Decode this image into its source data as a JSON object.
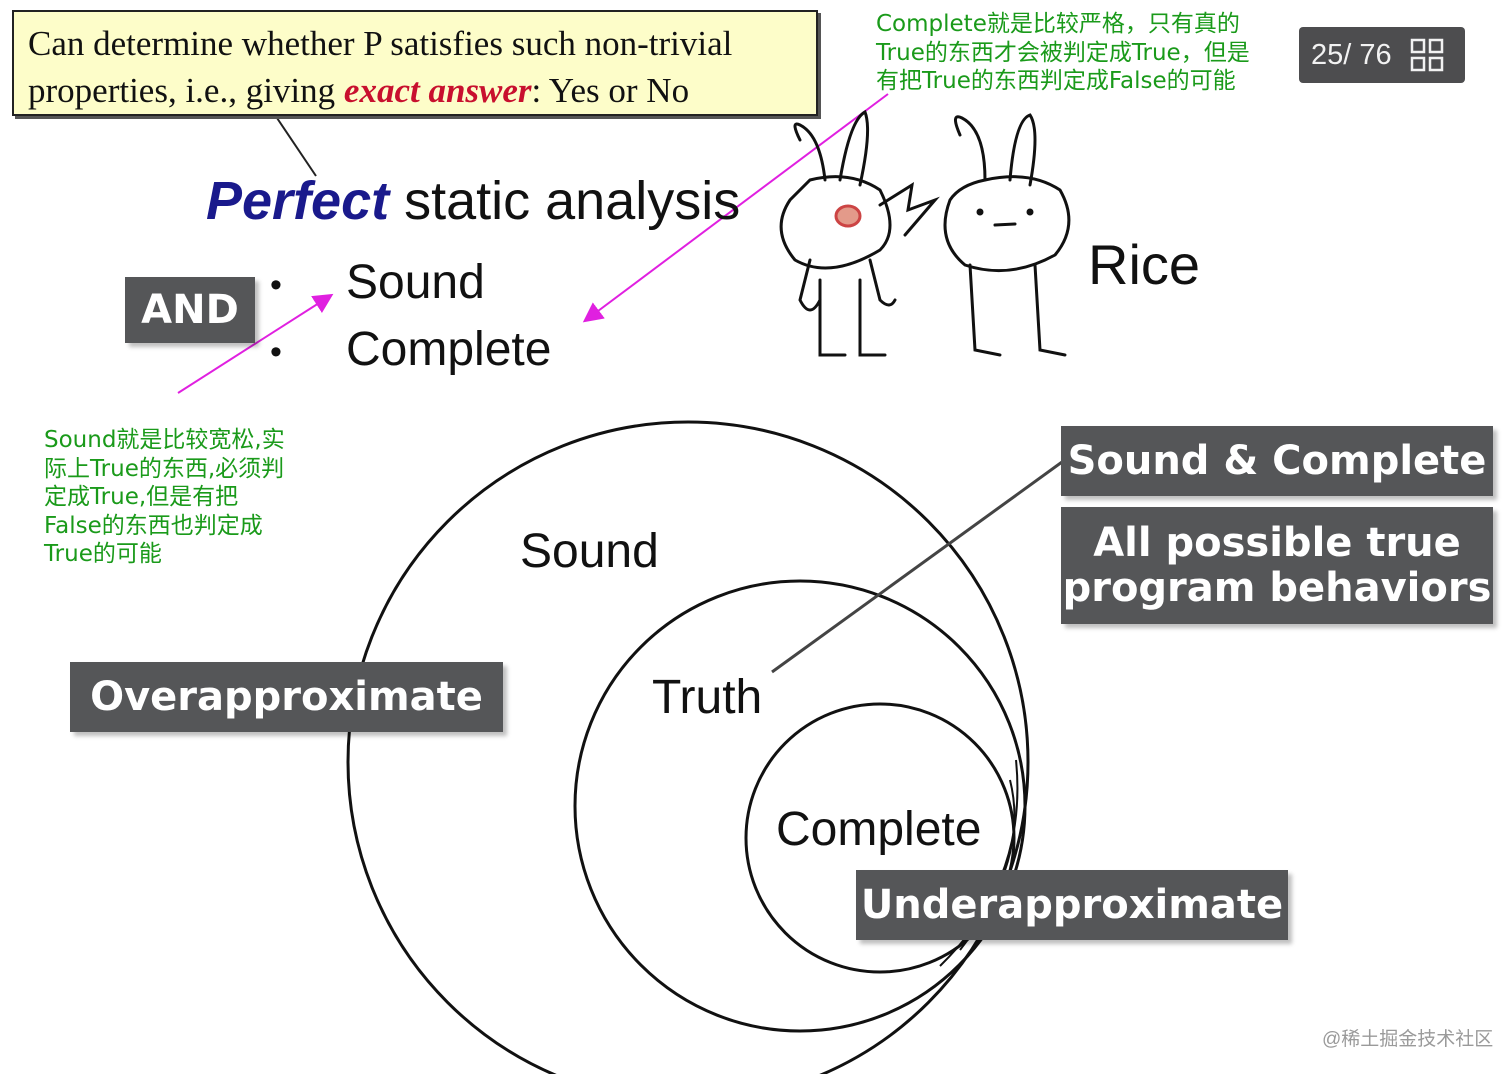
{
  "callout": {
    "line1": "Can determine whether P satisfies such non-trivial",
    "line2_prefix": "properties, i.e., giving ",
    "line2_emphasis": "exact answer",
    "line2_suffix": ": Yes or No"
  },
  "title": {
    "emphasis": "Perfect",
    "rest": " static analysis"
  },
  "bullets": [
    "Sound",
    "Complete"
  ],
  "and_label": "AND",
  "note_complete": [
    "Complete就是比较严格，只有真的",
    "True的东西才会被判定成True，但是",
    "有把True的东西判定成False的可能"
  ],
  "note_sound": [
    "Sound就是比较宽松,实",
    "际上True的东西,必须判",
    "定成True,但是有把",
    "False的东西也判定成",
    "True的可能"
  ],
  "pager": {
    "text": "25/ 76",
    "icon": "grid-view-icon"
  },
  "rice_label": "Rice",
  "illustration": {
    "icon": "two-rabbits-slap-illustration"
  },
  "venn": {
    "outer": "Sound",
    "middle": "Truth",
    "inner": "Complete"
  },
  "boxes": {
    "sound_complete": "Sound & Complete",
    "all_behaviors_1": "All possible true",
    "all_behaviors_2": "program behaviors",
    "over": "Overapproximate",
    "under": "Underapproximate"
  },
  "watermark": "@稀土掘金技术社区",
  "colors": {
    "callout_bg": "#fdfdc9",
    "emphasis_red": "#c8102e",
    "perfect_blue": "#1a1a8c",
    "note_green": "#1a9a1a",
    "arrow_magenta": "#e020e0",
    "box_grey": "#555658"
  }
}
